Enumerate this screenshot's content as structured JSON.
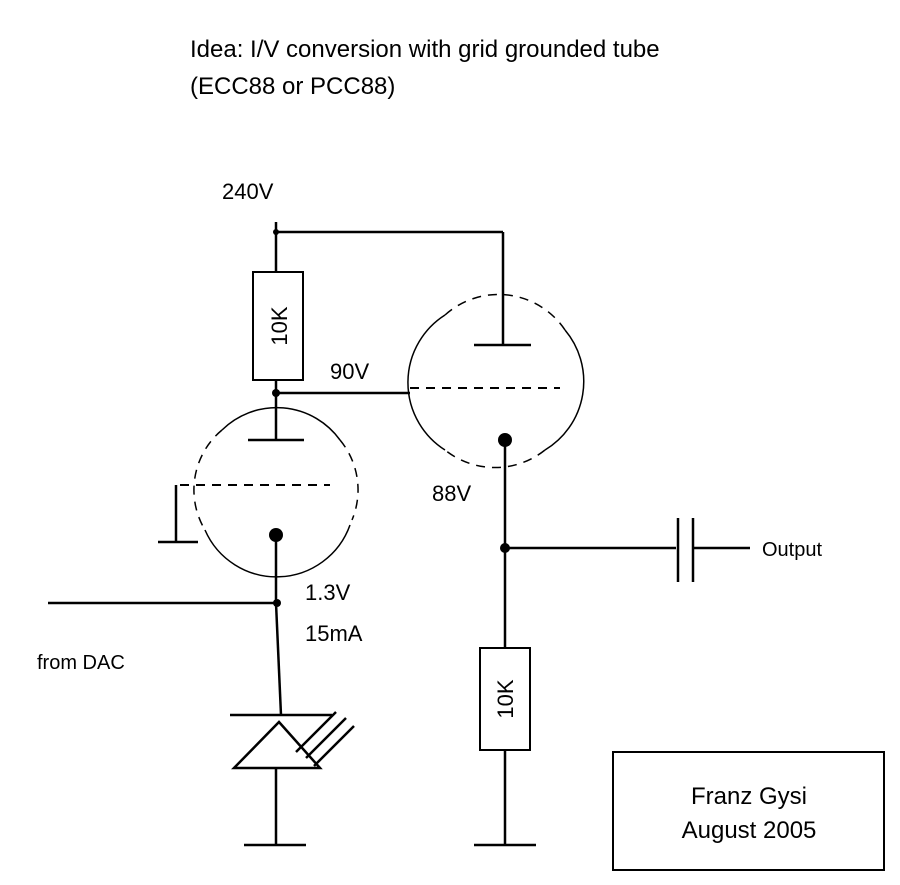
{
  "title": {
    "line1": "Idea: I/V conversion with grid grounded tube",
    "line2": "(ECC88 or PCC88)"
  },
  "labels": {
    "supply": "240V",
    "node_anode": "90V",
    "node_cathode2": "88V",
    "node_cathode1": "1.3V",
    "current": "15mA",
    "input": "from DAC",
    "output": "Output"
  },
  "components": {
    "resistor_top": "10K",
    "resistor_bottom": "10K"
  },
  "credit": {
    "author": "Franz Gysi",
    "date": "August 2005"
  }
}
